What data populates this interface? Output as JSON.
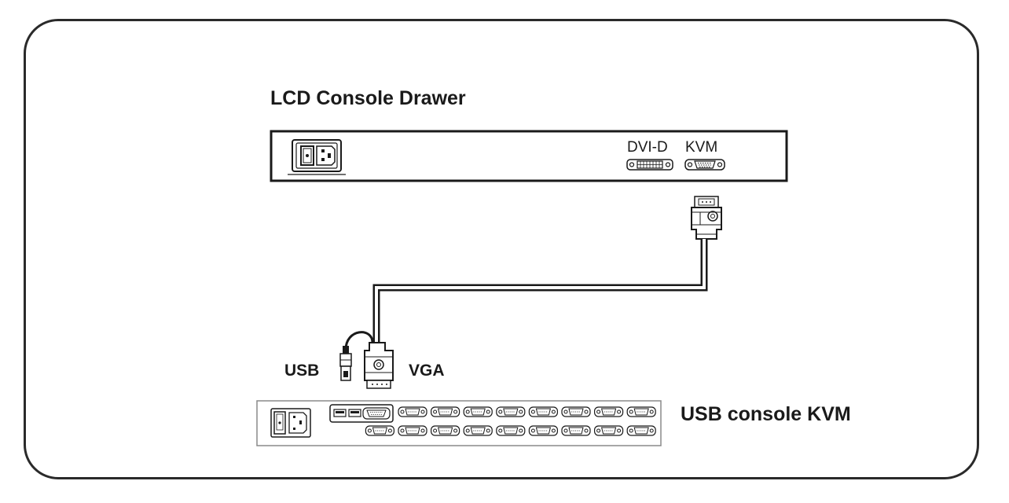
{
  "drawer": {
    "title": "LCD Console Drawer",
    "port_dvi": "DVI-D",
    "port_kvm": "KVM"
  },
  "cable": {
    "usb_label": "USB",
    "vga_label": "VGA"
  },
  "kvm_switch": {
    "title": "USB console KVM"
  },
  "colors": {
    "line": "#1a1a1a",
    "frame": "#2a2a2a",
    "switch_outline": "#8a8a8a"
  }
}
